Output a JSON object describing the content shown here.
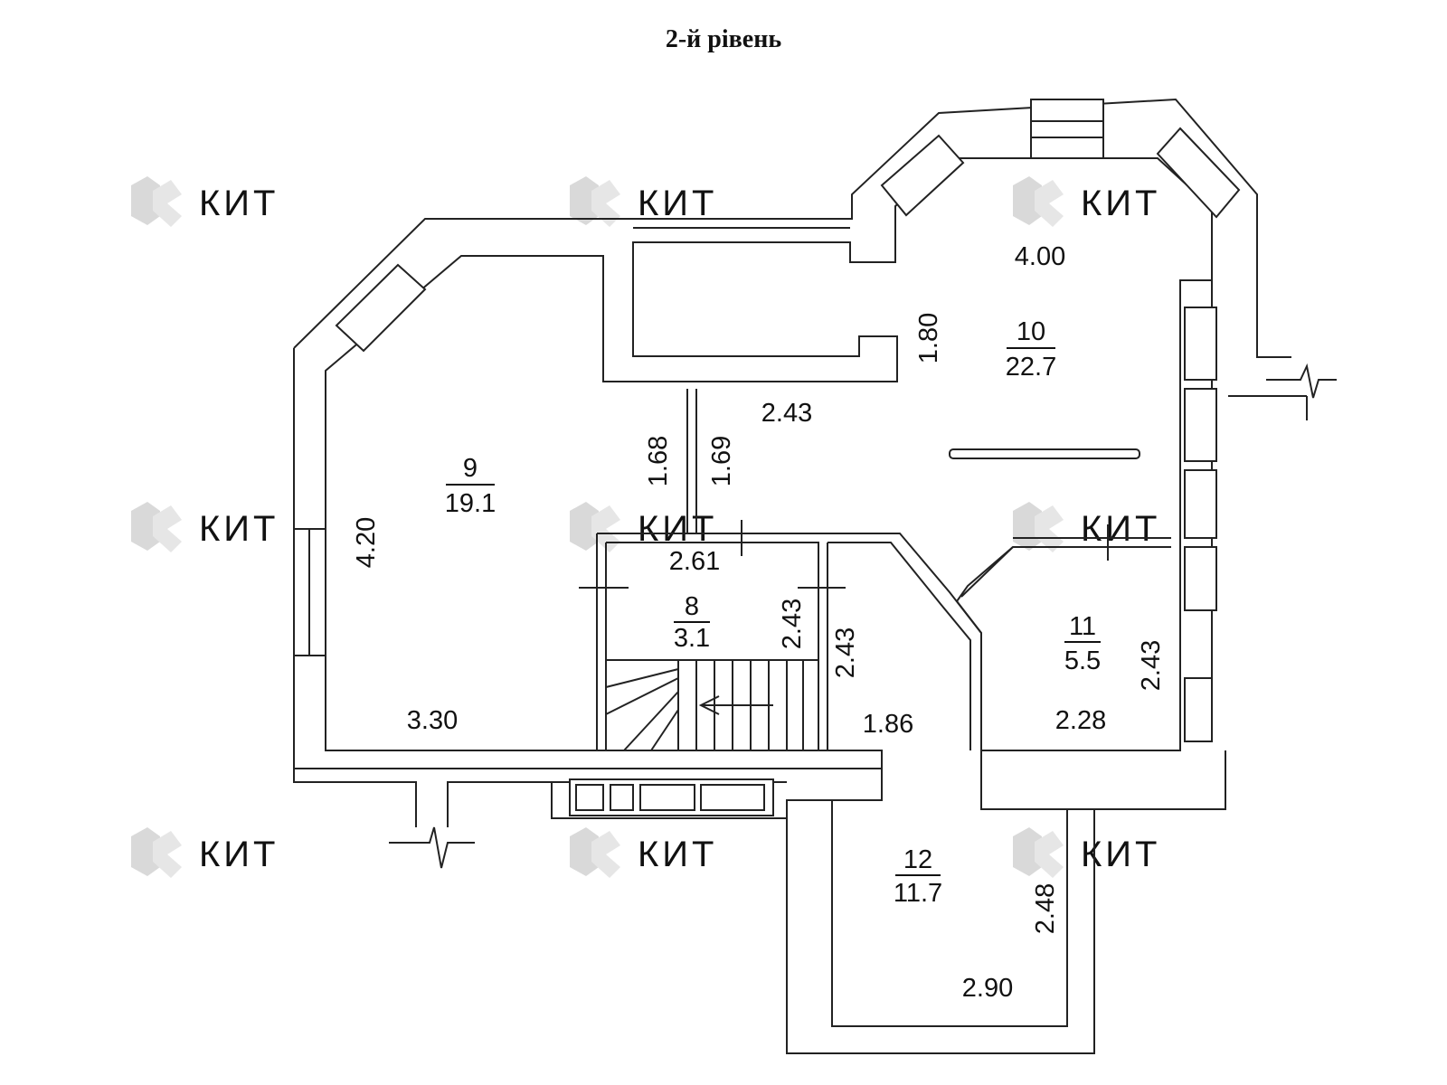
{
  "title": "2-й рівень",
  "watermark": {
    "brand": "КИТ",
    "color": "#d9d9d9"
  },
  "colors": {
    "wall_fill": "#ffffff",
    "line": "#222222"
  },
  "rooms": [
    {
      "number": "9",
      "area": "19.1"
    },
    {
      "number": "10",
      "area": "22.7"
    },
    {
      "number": "8",
      "area": "3.1"
    },
    {
      "number": "11",
      "area": "5.5"
    },
    {
      "number": "12",
      "area": "11.7"
    }
  ],
  "dimensions": {
    "room10_width": "4.00",
    "room10_height": "1.80",
    "corridor_width": "2.43",
    "corridor_left": "1.68",
    "corridor_right": "1.69",
    "room9_height": "4.20",
    "room9_width": "3.30",
    "room8_width": "2.61",
    "room8_height": "2.43",
    "hall_height": "2.43",
    "hall_width": "1.86",
    "room11_height": "2.43",
    "room11_width": "2.28",
    "room12_height": "2.48",
    "room12_width": "2.90"
  }
}
